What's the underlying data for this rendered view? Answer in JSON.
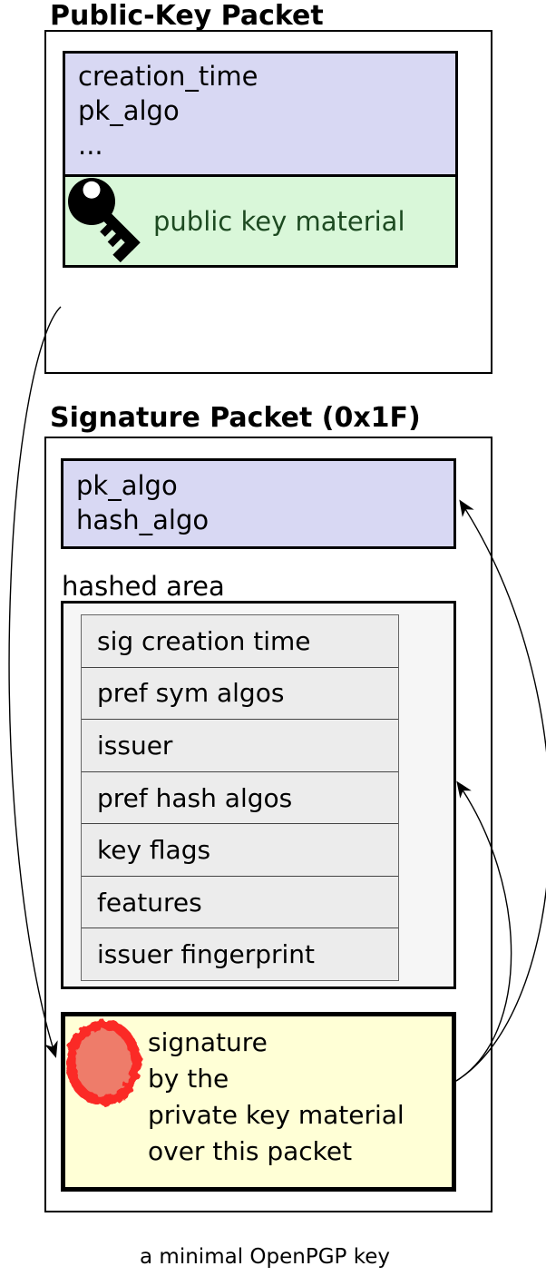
{
  "caption": "a minimal OpenPGP key",
  "public_key_packet": {
    "title": "Public-Key Packet",
    "fields": [
      "creation_time",
      "pk_algo",
      "..."
    ],
    "key_material_label": "public key material",
    "key_icon": "key-icon"
  },
  "signature_packet": {
    "title": "Signature Packet (0x1F)",
    "fields": [
      "pk_algo",
      "hash_algo"
    ],
    "hashed_area_label": "hashed area",
    "subpackets": [
      "sig creation time",
      "pref sym algos",
      "issuer",
      "pref hash algos",
      "key flags",
      "features",
      "issuer fingerprint"
    ],
    "signature_note_lines": [
      "signature",
      "by the",
      "private key material",
      "over this packet"
    ],
    "seal_icon": "seal-icon"
  },
  "colors": {
    "field_fill": "#d8d8f3",
    "key_material_fill": "#d9f7d9",
    "key_material_text": "#1d4a21",
    "hashed_area_fill": "#f6f6f6",
    "subpacket_fill": "#ececec",
    "signature_fill": "#ffffd6",
    "seal_ring": "#fb2c28",
    "seal_fill": "#ee7b6b",
    "arrow": "#000000"
  }
}
